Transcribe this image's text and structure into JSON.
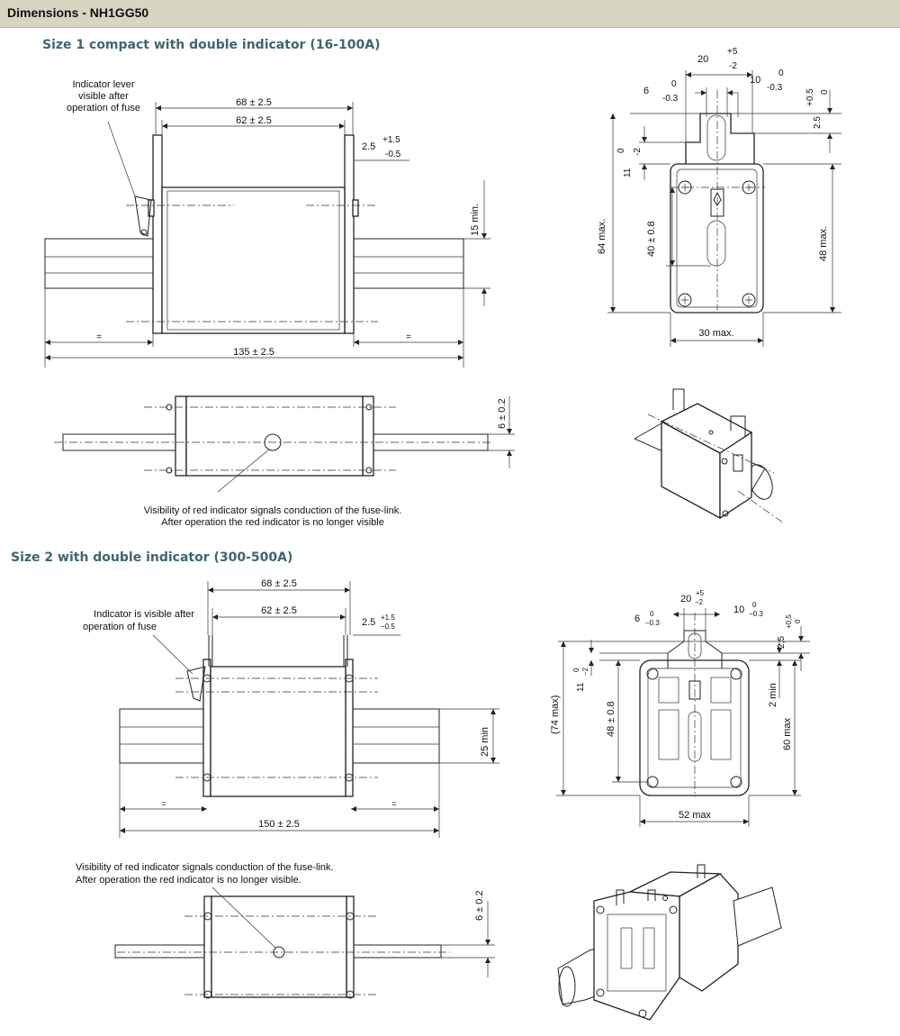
{
  "header": {
    "title": "Dimensions - NH1GG50"
  },
  "section1": {
    "title": "Size 1 compact with double indicator (16-100A)",
    "front": {
      "note": [
        "Indicator lever",
        "visible after",
        "operation of fuse"
      ],
      "dim_overall": "68 ± 2.5",
      "dim_inner": "62 ± 2.5",
      "dim_offset": "2.5",
      "dim_offset_plus": "+1.5",
      "dim_offset_minus": "-0.5",
      "dim_height": "15 min.",
      "dim_total": "135 ± 2.5",
      "equal_mark": "="
    },
    "top_view": {
      "dim_thickness": "6 ± 0.2",
      "note": [
        "Visibility of red indicator signals conduction of the fuse-link.",
        "After operation the red indicator is no longer visible"
      ]
    },
    "side": {
      "d20": "20",
      "d20_plus": "+5",
      "d20_minus": "-2",
      "d6": "6",
      "d6_plus": "0",
      "d6_minus": "-0.3",
      "d10": "10",
      "d10_plus": "0",
      "d10_minus": "-0.3",
      "d25": "2.5",
      "d25_plus": "+0.5",
      "d25_minus": "0",
      "d11": "11",
      "d11_plus": "0",
      "d11_minus": "-2",
      "d64": "64 max.",
      "d40": "40 ± 0.8",
      "d48": "48 max.",
      "d30": "30 max."
    }
  },
  "section2": {
    "title": "Size 2 with double indicator (300-500A)",
    "front": {
      "note": [
        "Indicator is visible after",
        "operation of fuse"
      ],
      "dim_overall": "68 ± 2.5",
      "dim_inner": "62 ± 2.5",
      "dim_offset": "2.5",
      "dim_offset_plus": "+1.5",
      "dim_offset_minus": "−0.5",
      "dim_height": "25 min",
      "dim_total": "150 ± 2.5",
      "equal_mark": "="
    },
    "top_view": {
      "dim_thickness": "6 ± 0.2",
      "note": [
        "Visibility of red indicator signals conduction of the fuse-link.",
        "After operation the red indicator is no longer visible."
      ]
    },
    "side": {
      "d20": "20",
      "d20_plus": "+5",
      "d20_minus": "−2",
      "d6": "6",
      "d6_plus": "0",
      "d6_minus": "−0.3",
      "d10": "10",
      "d10_plus": "0",
      "d10_minus": "−0.3",
      "d25": "2,5",
      "d25_plus": "+0,5",
      "d25_minus": "0",
      "d11": "11",
      "d11_plus": "0",
      "d11_minus": "−2",
      "d74": "(74 max)",
      "d48": "48 ± 0.8",
      "d2": "2 min",
      "d60": "60 max",
      "d52": "52 max"
    }
  }
}
